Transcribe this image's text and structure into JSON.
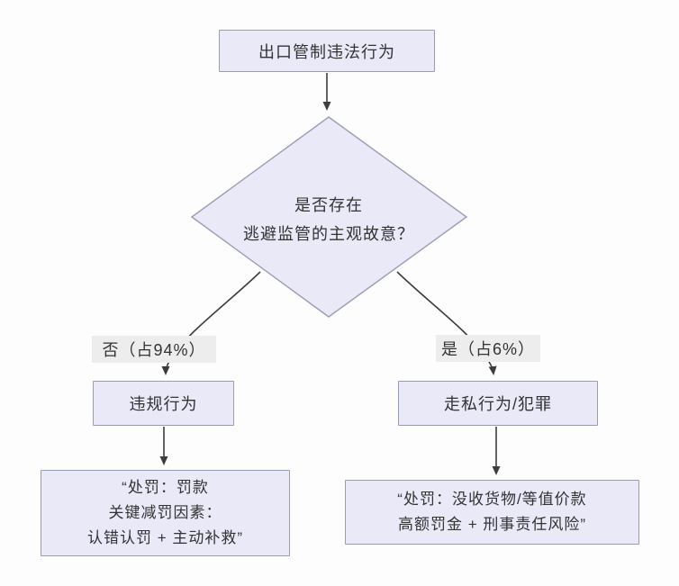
{
  "theme": {
    "background": "#fdfdfd",
    "node_fill": "#e9e9f8",
    "node_border": "#9b9bb6",
    "branch_label_bg": "#ededed",
    "text_color": "#333333",
    "arrow_color": "#3d3d3d"
  },
  "flowchart": {
    "start": {
      "label": "出口管制违法行为"
    },
    "decision": {
      "label": "是否存在\n逃避监管的主观故意？"
    },
    "branches": {
      "no": {
        "label": "否（占94%）",
        "node": "违规行为",
        "outcome": "“处罚：罚款\n关键减罚因素：\n认错认罚 + 主动补救”"
      },
      "yes": {
        "label": "是（占6%）",
        "node": "走私行为/犯罪",
        "outcome": "“处罚：没收货物/等值价款\n高额罚金 + 刑事责任风险”"
      }
    }
  }
}
